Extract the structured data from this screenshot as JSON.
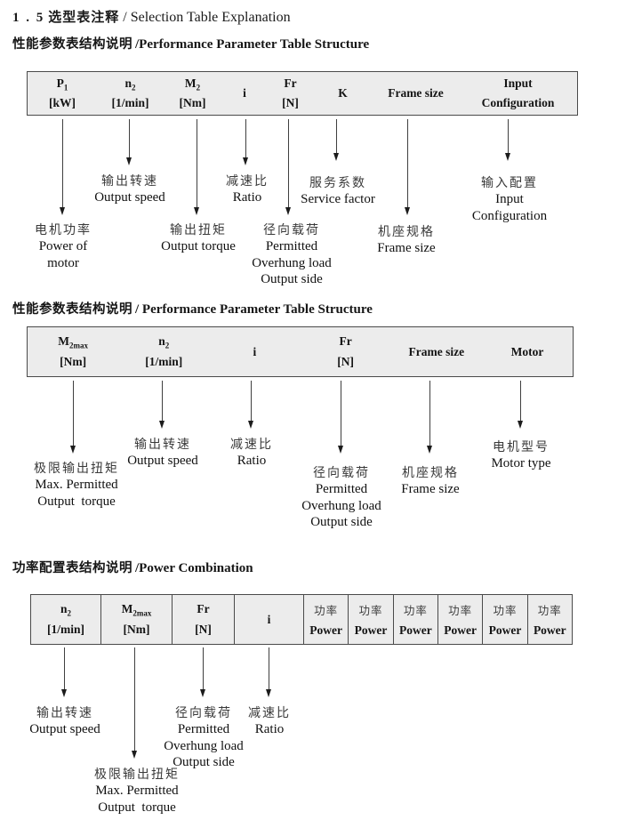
{
  "title": {
    "num": "1 . 5",
    "zh": "选型表注释",
    "en": "/ Selection Table Explanation"
  },
  "sections": {
    "s1": {
      "heading": {
        "zh": "性能参数表结构说明",
        "en": "/Performance Parameter Table Structure"
      },
      "columns": [
        {
          "t1": "P",
          "sub": "1",
          "t2": "[kW]"
        },
        {
          "t1": "n",
          "sub": "2",
          "t2": "[1/min]"
        },
        {
          "t1": "M",
          "sub": "2",
          "t2": "[Nm]"
        },
        {
          "t1": "i"
        },
        {
          "t1": "Fr",
          "t2": "[N]"
        },
        {
          "t1": "K"
        },
        {
          "t1": "Frame size"
        },
        {
          "t1": "Input",
          "t2": "Configuration"
        }
      ]
    },
    "s2": {
      "heading": {
        "zh": "性能参数表结构说明",
        "en": "/ Performance Parameter Table Structure"
      },
      "columns": [
        {
          "t1": "M",
          "sub": "2max",
          "t2": "[Nm]"
        },
        {
          "t1": "n",
          "sub": "2",
          "t2": "[1/min]"
        },
        {
          "t1": "i"
        },
        {
          "t1": "Fr",
          "t2": "[N]"
        },
        {
          "t1": "Frame size"
        },
        {
          "t1": "Motor"
        }
      ]
    },
    "s3": {
      "heading": {
        "zh": "功率配置表结构说明",
        "en": "/Power Combination"
      },
      "columns": [
        {
          "t1": "n",
          "sub": "2",
          "t2": "[1/min]"
        },
        {
          "t1": "M",
          "sub": "2max",
          "t2": "[Nm]"
        },
        {
          "t1": "Fr",
          "t2": "[N]"
        },
        {
          "t1": "i"
        },
        {
          "t1": "功率",
          "t2": "Power"
        },
        {
          "t1": "功率",
          "t2": "Power"
        },
        {
          "t1": "功率",
          "t2": "Power"
        },
        {
          "t1": "功率",
          "t2": "Power"
        },
        {
          "t1": "功率",
          "t2": "Power"
        },
        {
          "t1": "功率",
          "t2": "Power"
        }
      ]
    }
  },
  "callouts": {
    "power_of_motor": {
      "zh": "电机功率",
      "en1": "Power of",
      "en2": "motor"
    },
    "output_speed": {
      "zh": "输出转速",
      "en1": "Output speed"
    },
    "output_torque": {
      "zh": "输出扭矩",
      "en1": "Output torque"
    },
    "ratio": {
      "zh": "减速比",
      "en1": "Ratio"
    },
    "overhung_load": {
      "zh": "径向载荷",
      "en1": "Permitted",
      "en2": "Overhung load",
      "en3": "Output side"
    },
    "service_factor": {
      "zh": "服务系数",
      "en1": "Service factor"
    },
    "frame_size": {
      "zh": "机座规格",
      "en1": "Frame size"
    },
    "input_configuration": {
      "zh": "输入配置",
      "en1": "Input",
      "en2": "Configuration"
    },
    "max_output_torque": {
      "zh": "极限输出扭矩",
      "en1": "Max. Permitted",
      "en2": "Output  torque"
    },
    "motor_type": {
      "zh": "电机型号",
      "en1": "Motor type"
    }
  }
}
